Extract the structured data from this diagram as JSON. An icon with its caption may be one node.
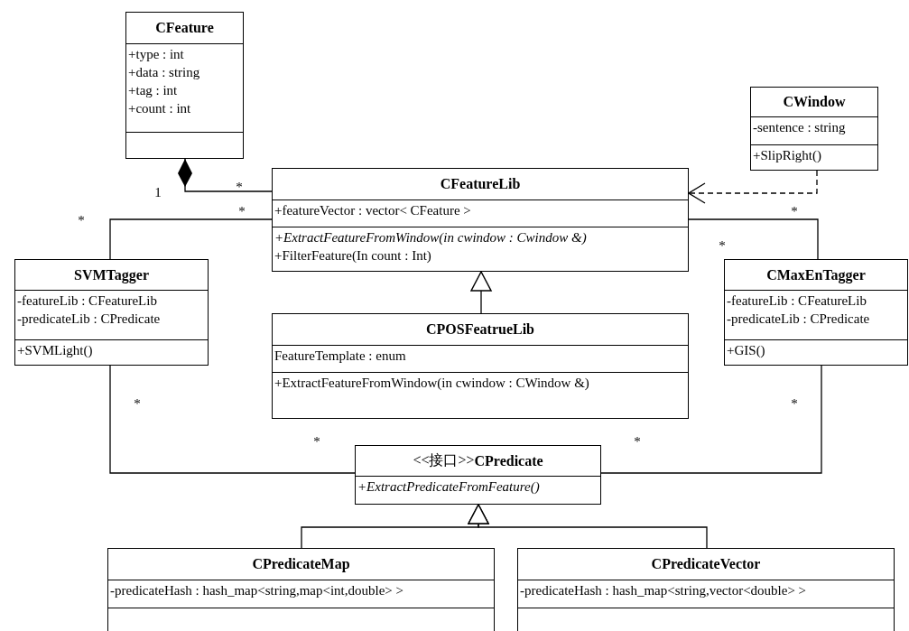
{
  "diagram": {
    "nodes": [
      {
        "text": [
          "CFeature",
          "+type : int",
          "+data : string",
          "+tag : int",
          "+count : int"
        ]
      },
      {
        "text": [
          "CWindow",
          "-sentence : string",
          "+SlipRight()"
        ]
      },
      {
        "text": [
          "CFeatureLib",
          "+featureVector : vector< CFeature >",
          "*+ExtractFeatureFromWindow(in cwindow  : Cwindow &)*",
          "+FilterFeature(In count : Int)"
        ]
      },
      {
        "text": [
          "SVMTagger",
          "-featureLib : CFeatureLib",
          "-predicateLib : CPredicate",
          "+SVMLight()"
        ]
      },
      {
        "text": [
          "CMaxEnTagger",
          "-featureLib : CFeatureLib",
          "-predicateLib : CPredicate",
          "+GIS()"
        ]
      },
      {
        "text": [
          "CPOSFeatrueLib",
          "FeatureTemplate : enum",
          "+ExtractFeatureFromWindow(in cwindow : CWindow &)"
        ]
      },
      {
        "text": [
          "<<接口>>",
          "CPredicate",
          "*+ExtractPredicateFromFeature()*"
        ]
      },
      {
        "text": [
          "CPredicateMap",
          "-predicateHash : hash_map<string,map<int,double> >"
        ]
      },
      {
        "text": [
          "CPredicateVector",
          "-predicateHash : hash_map<string,vector<double> >"
        ]
      }
    ],
    "edges": [
      {
        "from": 0,
        "to": 2,
        "arrow": "other"
      },
      {
        "from": 1,
        "to": 2,
        "arrow": "to",
        "style": "dashed"
      },
      {
        "from": 3,
        "to": 2,
        "arrow": "none"
      },
      {
        "from": 4,
        "to": 2,
        "arrow": "none"
      },
      {
        "from": 5,
        "to": 2,
        "arrow": "to"
      },
      {
        "from": 3,
        "to": 6,
        "arrow": "none"
      },
      {
        "from": 4,
        "to": 6,
        "arrow": "none"
      },
      {
        "from": 7,
        "to": 6,
        "arrow": "to"
      },
      {
        "from": 8,
        "to": 6,
        "arrow": "to"
      }
    ],
    "labels": [
      "*",
      "1",
      "*",
      "*",
      "*",
      "*",
      "*",
      "*",
      "*",
      "*"
    ]
  }
}
